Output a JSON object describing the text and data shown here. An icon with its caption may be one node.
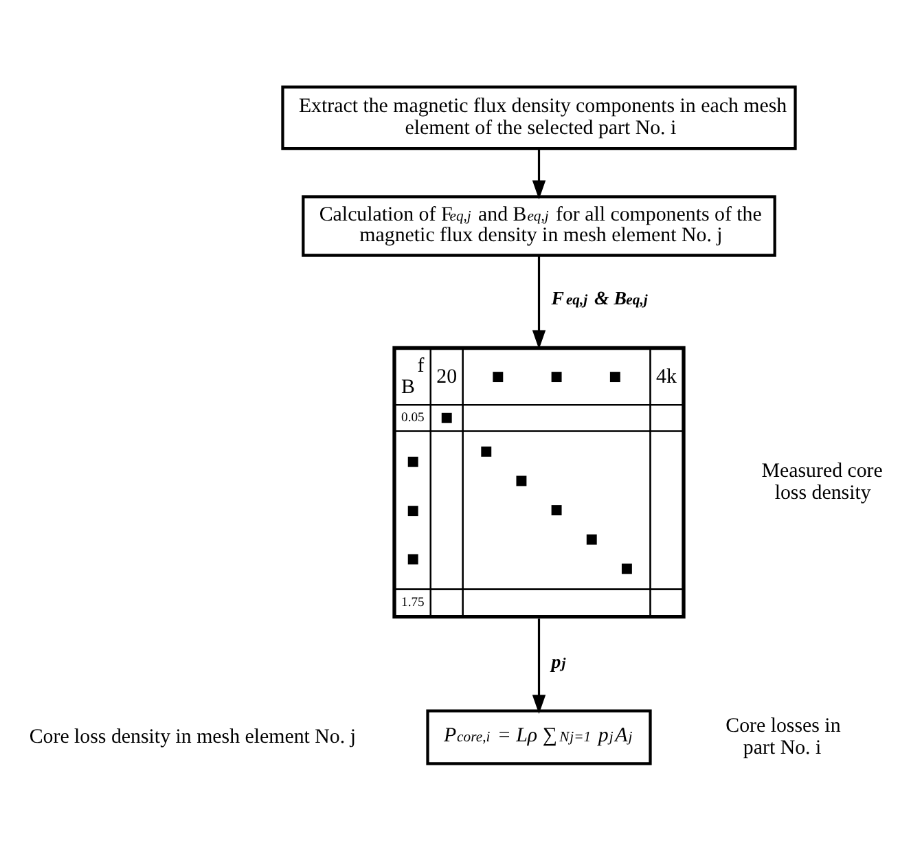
{
  "diagram": {
    "nodes": [
      {
        "text": [
          "Extract the magnetic flux density components in each mesh element of the selected part No. i"
        ]
      },
      {
        "text": [
          "Calculation of F$_{eq,j}$ and B$_{eq,j}$ for all components of the magnetic flux density in mesh element No. j"
        ]
      },
      {
        "text": [
          "f",
          "B",
          "20",
          "4k",
          "0.05",
          "1.75"
        ],
        "beside": [
          "Measured core loss density"
        ]
      },
      {
        "text": [
          "P$_{core,i}$ = Lρ ∑$^{N}$$_{j=1}$ p$_{j}$A$_{j}$"
        ],
        "beside": [
          "Core losses in part No. i"
        ]
      }
    ],
    "edges": [
      {
        "from": 0,
        "to": 1,
        "arrow": "to"
      },
      {
        "from": 1,
        "to": 2,
        "arrow": "to",
        "label": "F$_{eq,j}$ & B$_{eq,j}$"
      },
      {
        "from": 2,
        "to": 3,
        "arrow": "to",
        "label": "p$_{j}$"
      }
    ],
    "labels": [
      "Core loss density in mesh element No. j"
    ]
  }
}
